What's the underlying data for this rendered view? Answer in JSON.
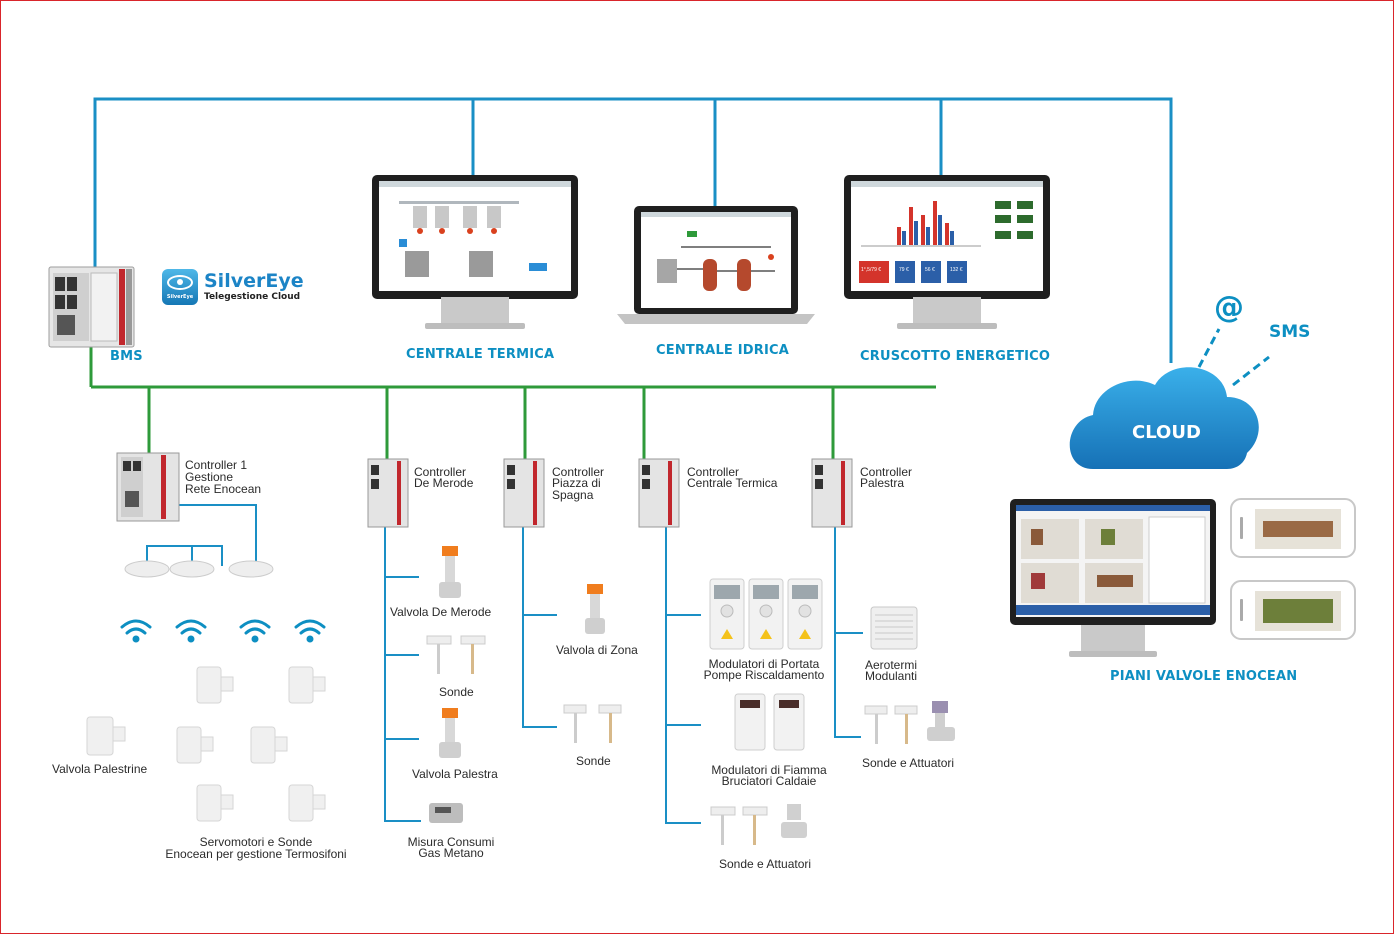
{
  "brand": {
    "name": "SilverEye",
    "icon_tag": "SilverEye",
    "tagline": "Telegestione Cloud"
  },
  "headings": {
    "bms": "BMS",
    "centrale_termica": "CENTRALE TERMICA",
    "centrale_idrica": "CENTRALE IDRICA",
    "cruscotto": "CRUSCOTTO ENERGETICO",
    "cloud": "CLOUD",
    "at": "@",
    "sms": "SMS",
    "piani": "PIANI VALVOLE ENOCEAN"
  },
  "controllers": {
    "c1": [
      "Controller 1",
      "Gestione",
      "Rete Enocean"
    ],
    "merode": [
      "Controller",
      "De Merode"
    ],
    "spagna": [
      "Controller",
      "Piazza di",
      "Spagna"
    ],
    "termica": [
      "Controller",
      "Centrale Termica"
    ],
    "palestra": [
      "Controller",
      "Palestra"
    ]
  },
  "labels": {
    "valvola_palestrine": "Valvola Palestrine",
    "servomotori": [
      "Servomotori e Sonde",
      "Enocean per gestione Termosifoni"
    ],
    "valvola_de_merode": "Valvola De Merode",
    "sonde_merode": "Sonde",
    "valvola_palestra": "Valvola Palestra",
    "misura_consumi": [
      "Misura Consumi",
      "Gas Metano"
    ],
    "valvola_zona": "Valvola di Zona",
    "sonde_spagna": "Sonde",
    "modulatori_portata": [
      "Modulatori di Portata",
      "Pompe Riscaldamento"
    ],
    "modulatori_fiamma": [
      "Modulatori di Fiamma",
      "Bruciatori Caldaie"
    ],
    "sonde_attuatori_termica": "Sonde e Attuatori",
    "aerotermi": [
      "Aerotermi",
      "Modulanti"
    ],
    "sonde_attuatori_palestra": "Sonde e Attuatori"
  },
  "dashboard": {
    "values": [
      "1°,5/79 €",
      "79 €",
      "56 €",
      "132 €"
    ]
  },
  "colors": {
    "network": "#1a8fc5",
    "field_bus": "#2e9a3a",
    "heading": "#0d8fc2",
    "frame": "#d9252b",
    "cloud": "#1a8fd0"
  }
}
